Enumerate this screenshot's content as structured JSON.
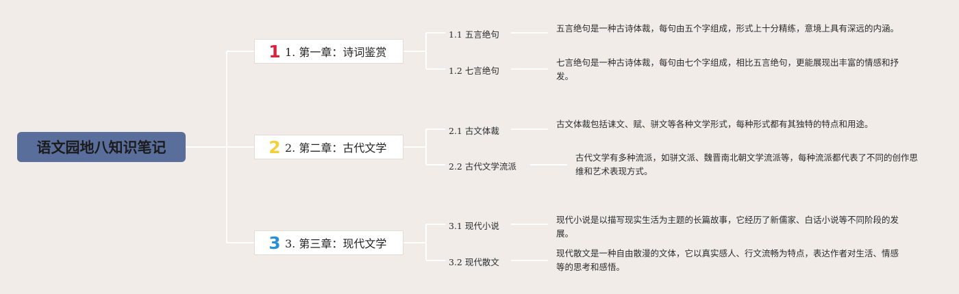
{
  "root": {
    "title": "语文园地八知识笔记"
  },
  "chapters": [
    {
      "number": "1",
      "number_color": "#d6243b",
      "label": "1. 第一章：诗词鉴赏",
      "subs": [
        {
          "label": "1.1 五言绝句",
          "desc": "五言绝句是一种古诗体裁，每句由五个字组成，形式上十分精练，意境上具有深远的内涵。"
        },
        {
          "label": "1.2 七言绝句",
          "desc": "七言绝句是一种古诗体裁，每句由七个字组成，相比五言绝句，更能展现出丰富的情感和抒发。"
        }
      ]
    },
    {
      "number": "2",
      "number_color": "#f3cf3a",
      "label": "2. 第二章：古代文学",
      "subs": [
        {
          "label": "2.1 古文体裁",
          "desc": "古文体裁包括诔文、赋、骈文等各种文学形式，每种形式都有其独特的特点和用途。"
        },
        {
          "label": "2.2 古代文学流派",
          "desc": "古代文学有多种流派，如骈文派、魏晋南北朝文学流派等，每种流派都代表了不同的创作思维和艺术表现方式。"
        }
      ]
    },
    {
      "number": "3",
      "number_color": "#2a8fd4",
      "label": "3. 第三章：现代文学",
      "subs": [
        {
          "label": "3.1 现代小说",
          "desc": "现代小说是以描写现实生活为主题的长篇故事，它经历了新儒家、白话小说等不同阶段的发展。"
        },
        {
          "label": "3.2 现代散文",
          "desc": "现代散文是一种自由散漫的文体，它以真实感人、行文流畅为特点，表达作者对生活、情感等的思考和感悟。"
        }
      ]
    }
  ]
}
